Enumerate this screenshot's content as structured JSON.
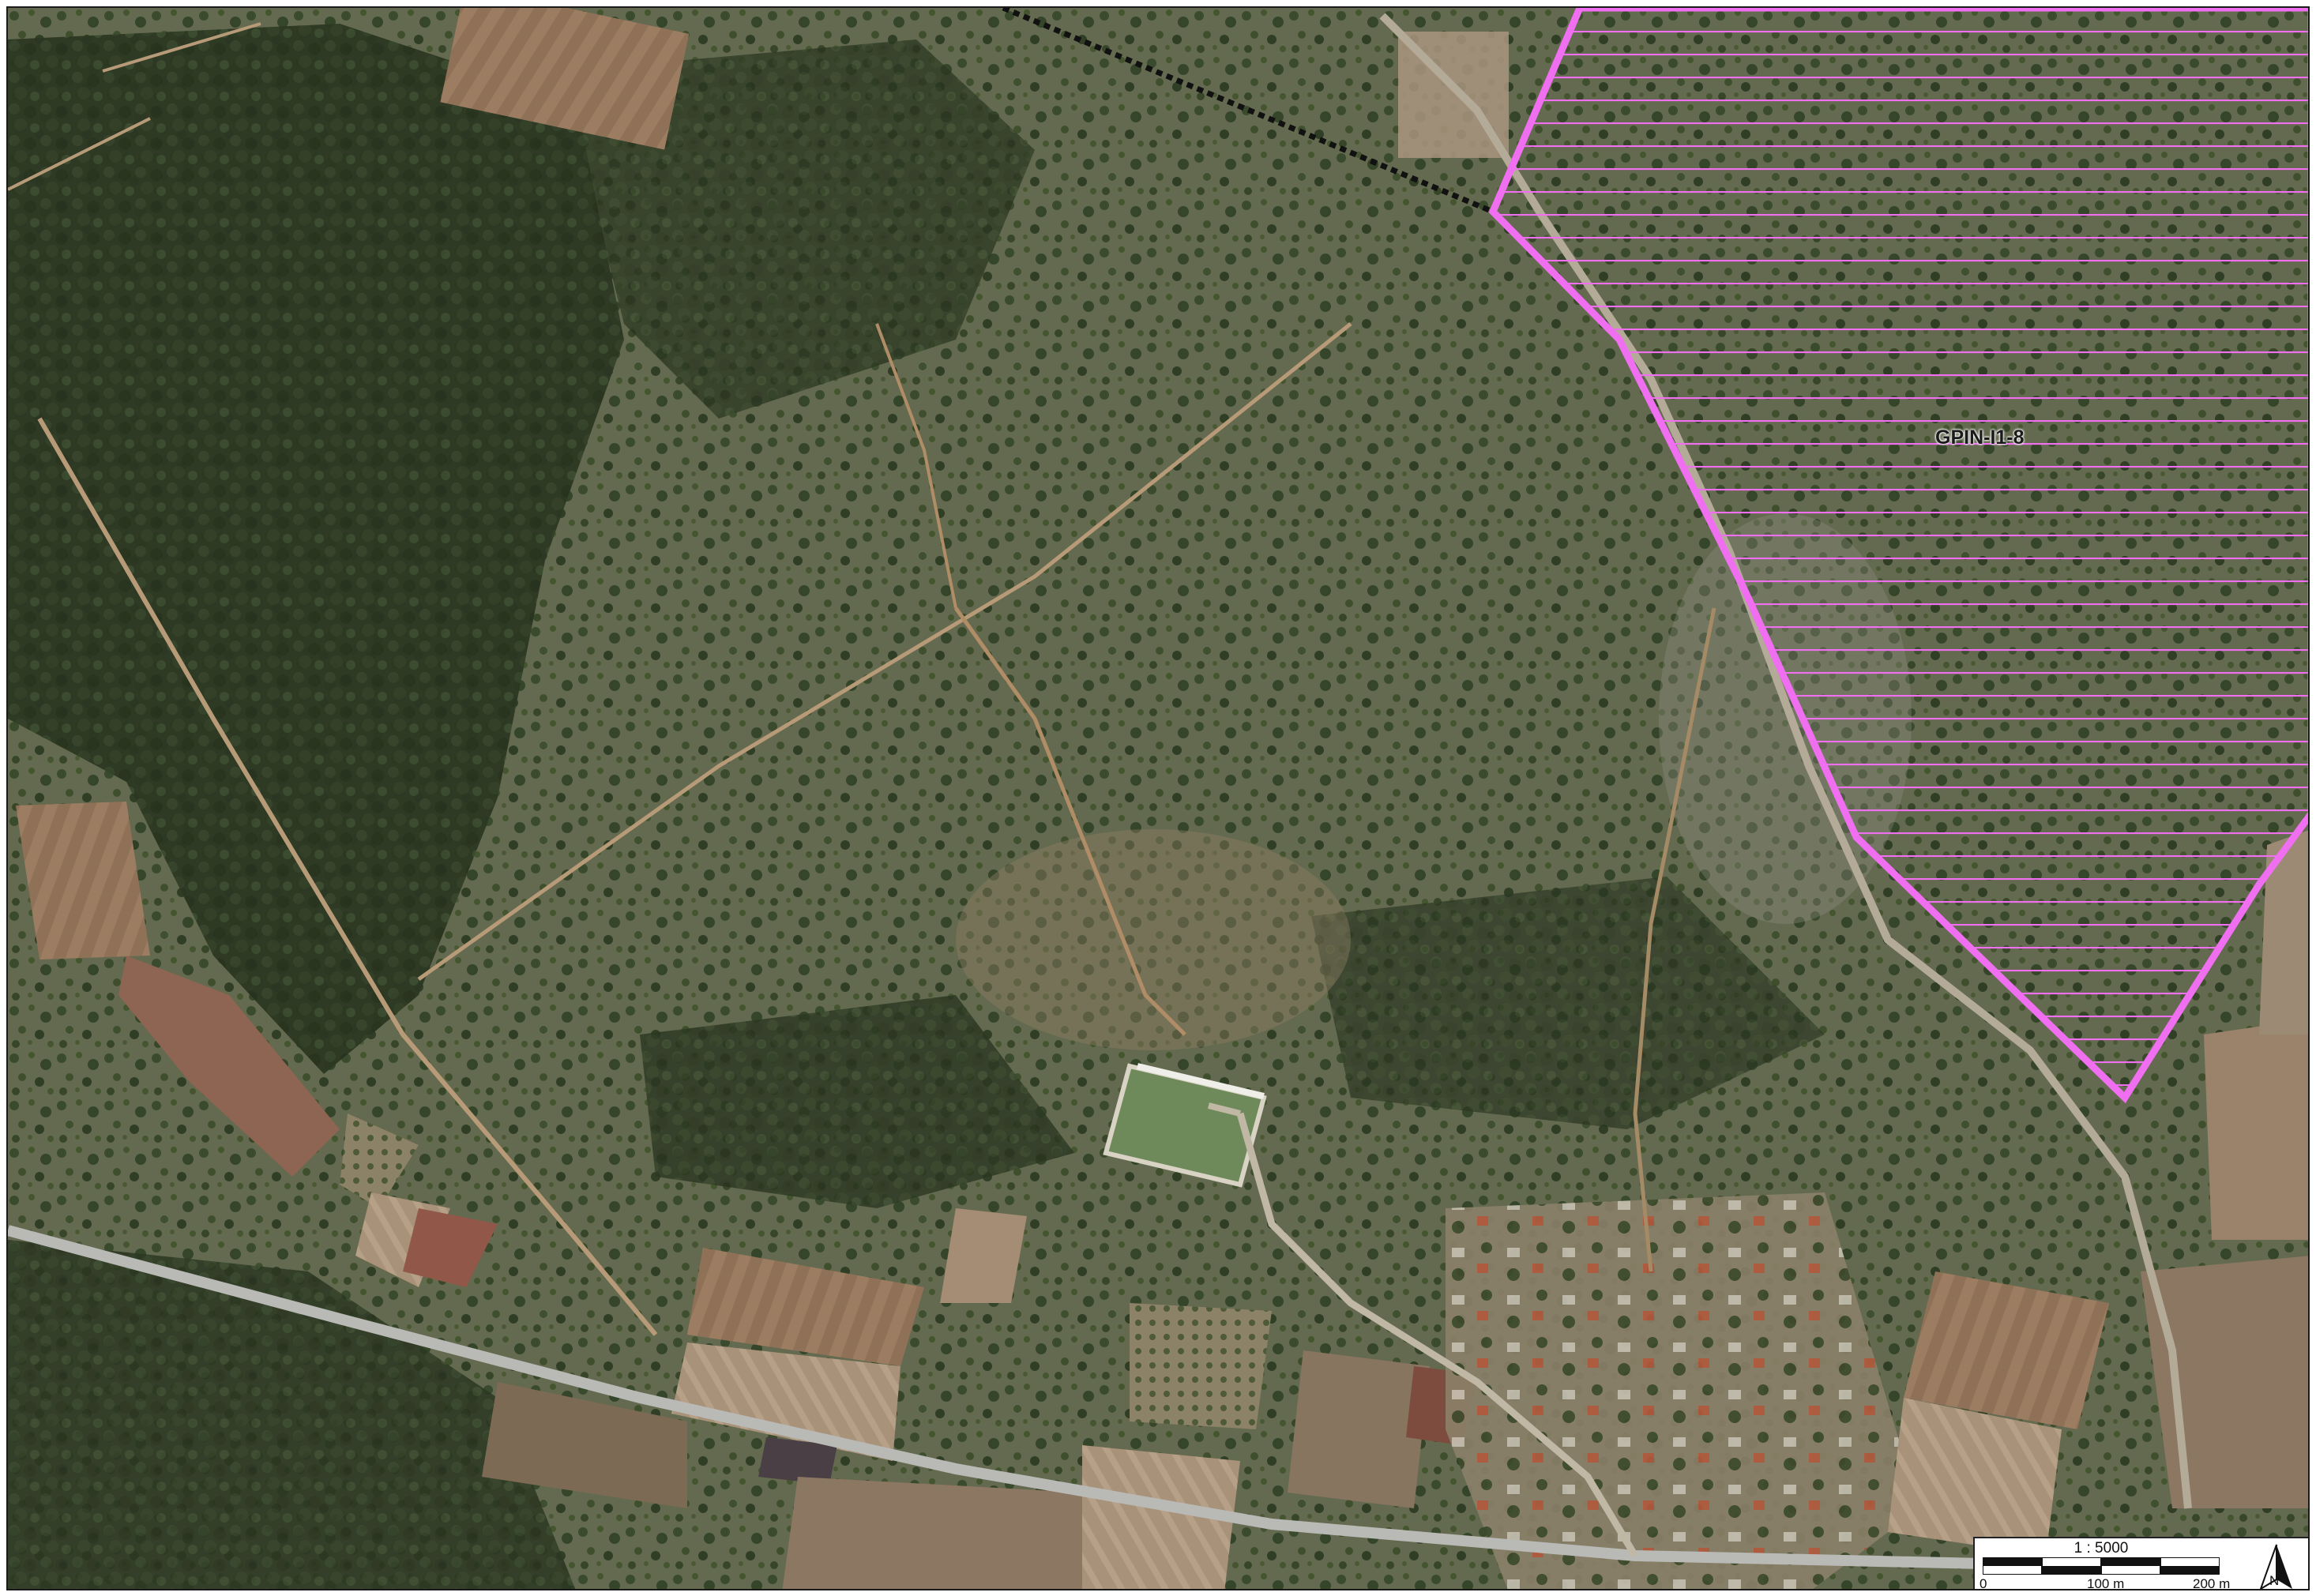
{
  "map": {
    "polygon_label": "GPIN-I1-8",
    "polygon_color": "#ef6ff0",
    "boundary_line_color": "#111111"
  },
  "scale": {
    "ratio": "1 : 5000",
    "ticks": [
      "0",
      "100 m",
      "200 m"
    ]
  },
  "north_arrow": {
    "letter": "N",
    "icon": "north-arrow-icon"
  },
  "colors": {
    "forest_dark": "#2f3b25",
    "scrub": "#5b6448",
    "field_brown": "#8a6a52",
    "road": "#b9b9b6",
    "track": "#b79a78"
  }
}
